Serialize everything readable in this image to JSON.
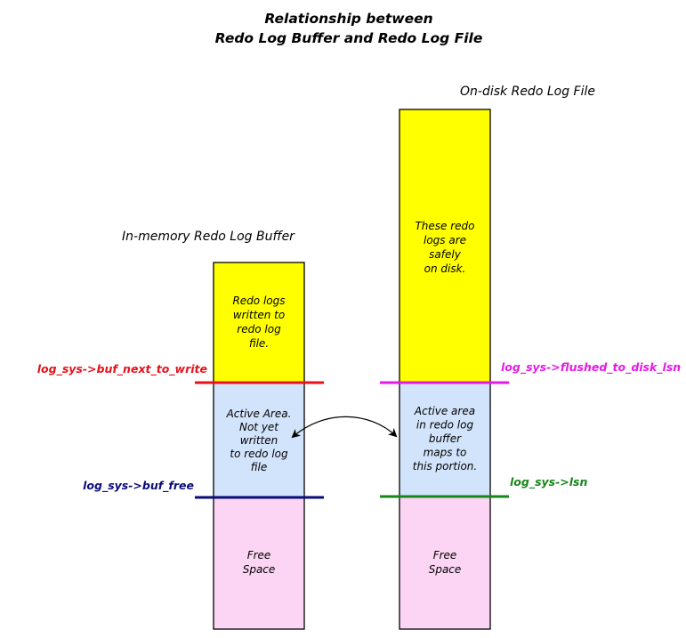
{
  "title": {
    "line1": "Relationship between",
    "line2": "Redo Log Buffer and Redo Log File"
  },
  "buffer": {
    "caption": "In-memory Redo Log Buffer",
    "written": [
      "Redo logs",
      "written to",
      "redo log",
      "file."
    ],
    "active": [
      "Active Area.",
      "Not yet",
      "written",
      "to redo log",
      "file"
    ],
    "free": [
      "Free",
      "Space"
    ]
  },
  "file": {
    "caption": "On-disk Redo Log File",
    "safe": [
      "These redo",
      "logs are",
      "safely",
      "on disk."
    ],
    "active": [
      "Active area",
      "in redo log",
      "buffer",
      "maps to",
      "this portion."
    ],
    "free": [
      "Free",
      "Space"
    ]
  },
  "pointers": {
    "buf_next_to_write": "log_sys->buf_next_to_write",
    "buf_free": "log_sys->buf_free",
    "flushed_to_disk_lsn": "log_sys->flushed_to_disk_lsn",
    "lsn": "log_sys->lsn"
  },
  "colors": {
    "written": "#ffff00",
    "active": "#d2e4fb",
    "free": "#fbd5f3",
    "buf_next_to_write": "#e8111a",
    "buf_free": "#0b0b7a",
    "flushed_to_disk_lsn": "#e619e6",
    "lsn": "#17861a",
    "outline": "#000000"
  }
}
